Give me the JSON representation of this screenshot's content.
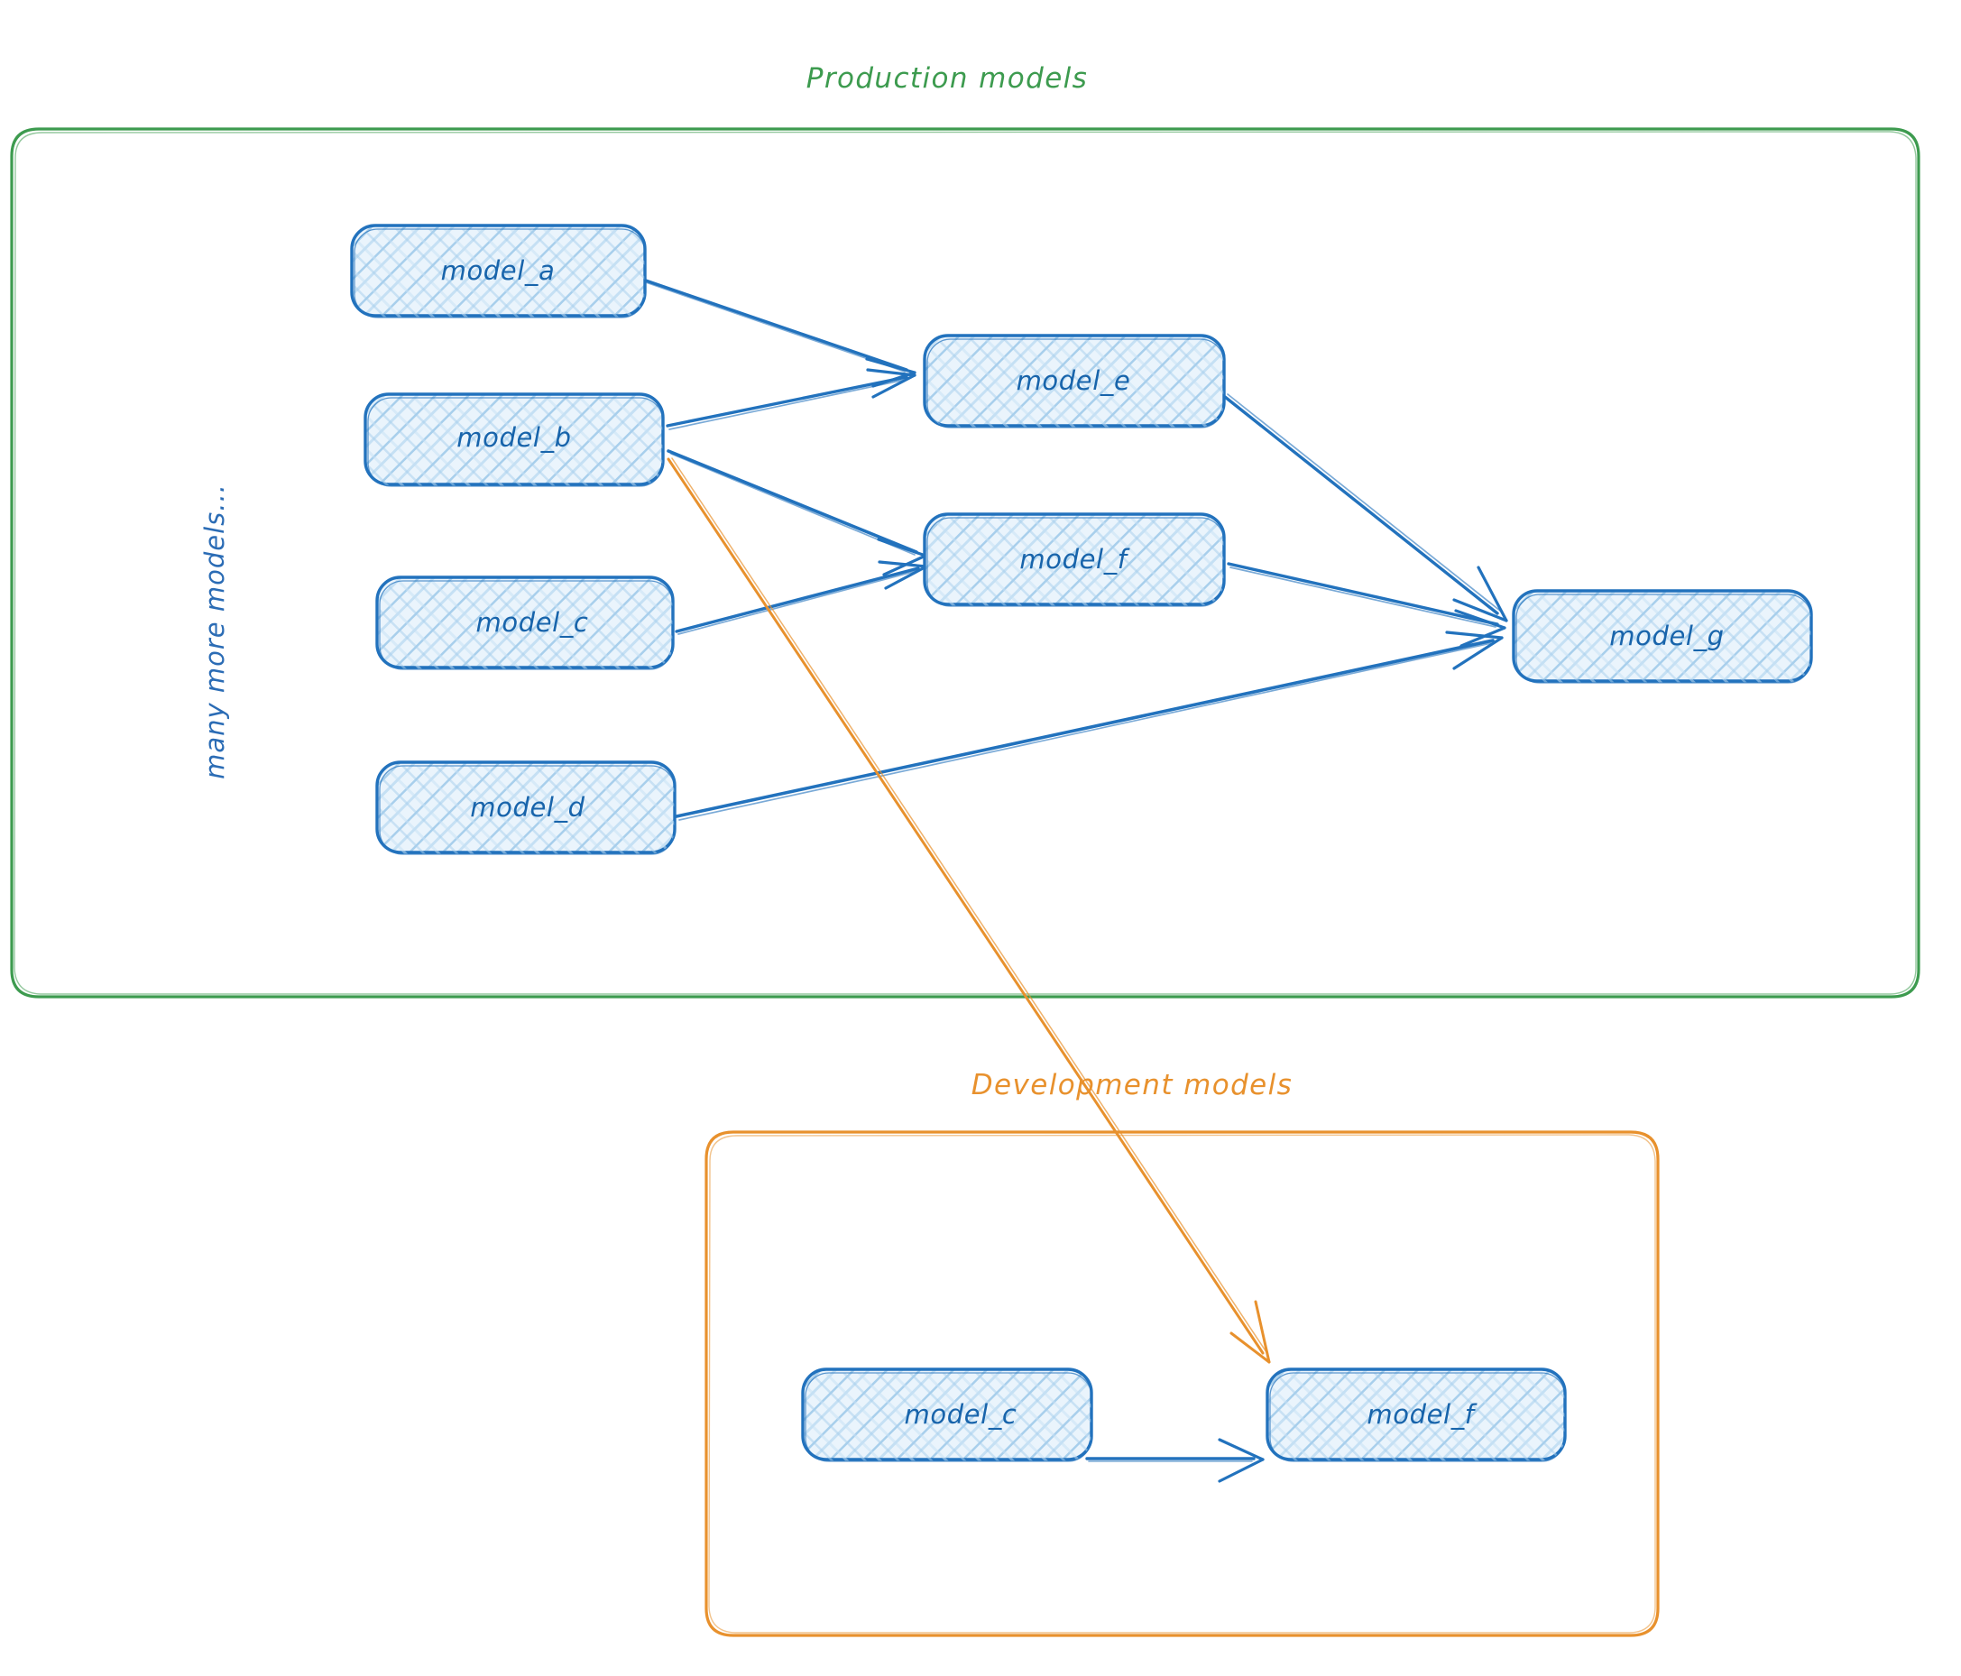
{
  "diagram": {
    "title_hidden": "",
    "background": "#ffffff",
    "colors": {
      "production_border": "#3d9b4f",
      "development_border": "#e8912d",
      "node_border": "#2272bd",
      "node_fill": "#d6e8f7",
      "node_hatch": "#9fc9ea",
      "edge_blue": "#2272bd",
      "edge_orange": "#e8912d",
      "label_blue": "#1864ab"
    }
  },
  "groups": [
    {
      "id": "production",
      "label": "Production models",
      "label_color": "#3d9b4f",
      "border_color": "#3d9b4f",
      "side_note": "many more models..."
    },
    {
      "id": "development",
      "label": "Development models",
      "label_color": "#e8912d",
      "border_color": "#e8912d"
    }
  ],
  "nodes": [
    {
      "id": "prod_model_a",
      "label": "model_a",
      "group": "production"
    },
    {
      "id": "prod_model_b",
      "label": "model_b",
      "group": "production"
    },
    {
      "id": "prod_model_c",
      "label": "model_c",
      "group": "production"
    },
    {
      "id": "prod_model_d",
      "label": "model_d",
      "group": "production"
    },
    {
      "id": "prod_model_e",
      "label": "model_e",
      "group": "production"
    },
    {
      "id": "prod_model_f",
      "label": "model_f",
      "group": "production"
    },
    {
      "id": "prod_model_g",
      "label": "model_g",
      "group": "production"
    },
    {
      "id": "dev_model_c",
      "label": "model_c",
      "group": "development"
    },
    {
      "id": "dev_model_f",
      "label": "model_f",
      "group": "development"
    }
  ],
  "edges": [
    {
      "from": "prod_model_a",
      "to": "prod_model_e",
      "color": "#2272bd"
    },
    {
      "from": "prod_model_b",
      "to": "prod_model_e",
      "color": "#2272bd"
    },
    {
      "from": "prod_model_b",
      "to": "prod_model_f",
      "color": "#2272bd"
    },
    {
      "from": "prod_model_c",
      "to": "prod_model_f",
      "color": "#2272bd"
    },
    {
      "from": "prod_model_d",
      "to": "prod_model_g",
      "color": "#2272bd"
    },
    {
      "from": "prod_model_e",
      "to": "prod_model_g",
      "color": "#2272bd"
    },
    {
      "from": "prod_model_f",
      "to": "prod_model_g",
      "color": "#2272bd"
    },
    {
      "from": "prod_model_b",
      "to": "dev_model_f",
      "color": "#e8912d"
    },
    {
      "from": "dev_model_c",
      "to": "dev_model_f",
      "color": "#2272bd"
    }
  ]
}
